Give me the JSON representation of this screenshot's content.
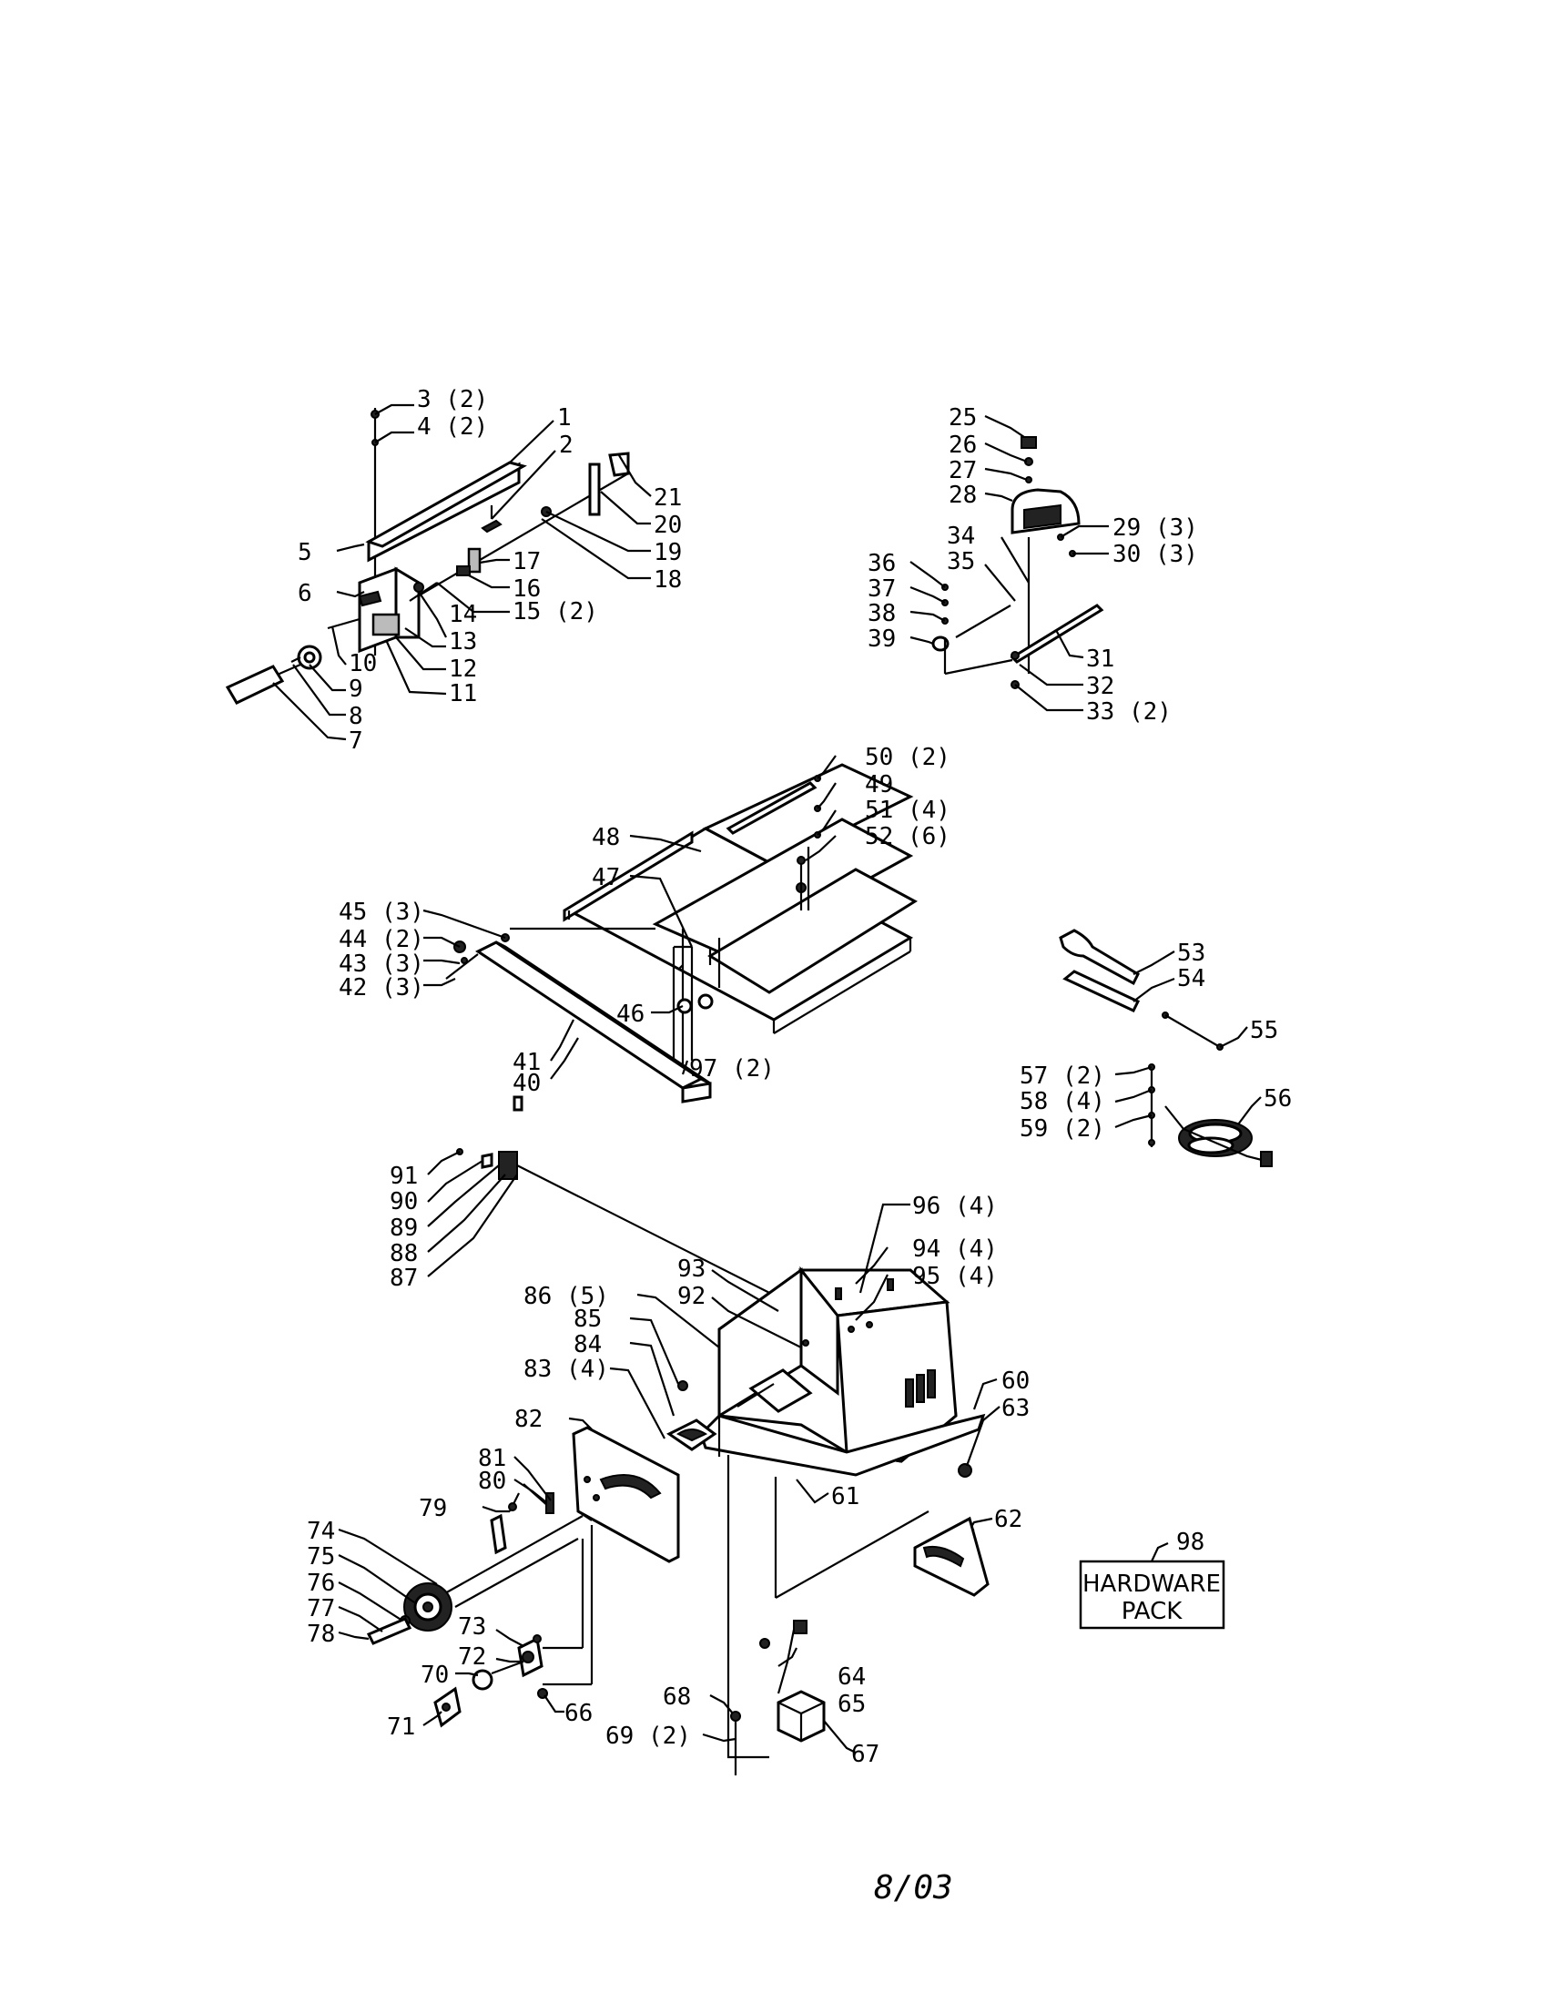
{
  "hardware_pack": {
    "line1": "HARDWARE",
    "line2": "PACK",
    "number": "98"
  },
  "footer": {
    "date": "8/03"
  },
  "callouts": [
    {
      "id": "c3",
      "text": "3 (2)"
    },
    {
      "id": "c4",
      "text": "4 (2)"
    },
    {
      "id": "c1",
      "text": "1"
    },
    {
      "id": "c2",
      "text": "2"
    },
    {
      "id": "c21",
      "text": "21"
    },
    {
      "id": "c20",
      "text": "20"
    },
    {
      "id": "c19",
      "text": "19"
    },
    {
      "id": "c18",
      "text": "18"
    },
    {
      "id": "c5",
      "text": "5"
    },
    {
      "id": "c6",
      "text": "6"
    },
    {
      "id": "c17",
      "text": "17"
    },
    {
      "id": "c16",
      "text": "16"
    },
    {
      "id": "c15",
      "text": "15 (2)"
    },
    {
      "id": "c14",
      "text": "14"
    },
    {
      "id": "c13",
      "text": "13"
    },
    {
      "id": "c12",
      "text": "12"
    },
    {
      "id": "c11",
      "text": "11"
    },
    {
      "id": "c10",
      "text": "10"
    },
    {
      "id": "c9",
      "text": "9"
    },
    {
      "id": "c8",
      "text": "8"
    },
    {
      "id": "c7",
      "text": "7"
    },
    {
      "id": "c25",
      "text": "25"
    },
    {
      "id": "c26",
      "text": "26"
    },
    {
      "id": "c27",
      "text": "27"
    },
    {
      "id": "c28",
      "text": "28"
    },
    {
      "id": "c29",
      "text": "29 (3)"
    },
    {
      "id": "c30",
      "text": "30 (3)"
    },
    {
      "id": "c34",
      "text": "34"
    },
    {
      "id": "c35",
      "text": "35"
    },
    {
      "id": "c36",
      "text": "36"
    },
    {
      "id": "c37",
      "text": "37"
    },
    {
      "id": "c38",
      "text": "38"
    },
    {
      "id": "c39",
      "text": "39"
    },
    {
      "id": "c31",
      "text": "31"
    },
    {
      "id": "c32",
      "text": "32"
    },
    {
      "id": "c33",
      "text": "33 (2)"
    },
    {
      "id": "c50",
      "text": "50 (2)"
    },
    {
      "id": "c49",
      "text": "49"
    },
    {
      "id": "c51",
      "text": "51 (4)"
    },
    {
      "id": "c52",
      "text": "52 (6)"
    },
    {
      "id": "c48",
      "text": "48"
    },
    {
      "id": "c47",
      "text": "47"
    },
    {
      "id": "c45",
      "text": "45 (3)"
    },
    {
      "id": "c44",
      "text": "44 (2)"
    },
    {
      "id": "c43",
      "text": "43 (3)"
    },
    {
      "id": "c42",
      "text": "42 (3)"
    },
    {
      "id": "c46",
      "text": "46"
    },
    {
      "id": "c41",
      "text": "41"
    },
    {
      "id": "c40",
      "text": "40"
    },
    {
      "id": "c97",
      "text": "97 (2)"
    },
    {
      "id": "c53",
      "text": "53"
    },
    {
      "id": "c54",
      "text": "54"
    },
    {
      "id": "c55",
      "text": "55"
    },
    {
      "id": "c56",
      "text": "56"
    },
    {
      "id": "c57",
      "text": "57 (2)"
    },
    {
      "id": "c58",
      "text": "58 (4)"
    },
    {
      "id": "c59",
      "text": "59 (2)"
    },
    {
      "id": "c91",
      "text": "91"
    },
    {
      "id": "c90",
      "text": "90"
    },
    {
      "id": "c89",
      "text": "89"
    },
    {
      "id": "c88",
      "text": "88"
    },
    {
      "id": "c87",
      "text": "87"
    },
    {
      "id": "c96",
      "text": "96 (4)"
    },
    {
      "id": "c94",
      "text": "94 (4)"
    },
    {
      "id": "c95",
      "text": "95 (4)"
    },
    {
      "id": "c93",
      "text": "93"
    },
    {
      "id": "c92",
      "text": "92"
    },
    {
      "id": "c86",
      "text": "86 (5)"
    },
    {
      "id": "c85",
      "text": "85"
    },
    {
      "id": "c84",
      "text": "84"
    },
    {
      "id": "c83",
      "text": "83 (4)"
    },
    {
      "id": "c60",
      "text": "60"
    },
    {
      "id": "c63",
      "text": "63"
    },
    {
      "id": "c82",
      "text": "82"
    },
    {
      "id": "c81",
      "text": "81"
    },
    {
      "id": "c80",
      "text": "80"
    },
    {
      "id": "c79",
      "text": "79"
    },
    {
      "id": "c61",
      "text": "61"
    },
    {
      "id": "c62",
      "text": "62"
    },
    {
      "id": "c74",
      "text": "74"
    },
    {
      "id": "c75",
      "text": "75"
    },
    {
      "id": "c76",
      "text": "76"
    },
    {
      "id": "c77",
      "text": "77"
    },
    {
      "id": "c78",
      "text": "78"
    },
    {
      "id": "c73",
      "text": "73"
    },
    {
      "id": "c72",
      "text": "72"
    },
    {
      "id": "c70",
      "text": "70"
    },
    {
      "id": "c71",
      "text": "71"
    },
    {
      "id": "c66",
      "text": "66"
    },
    {
      "id": "c64",
      "text": "64"
    },
    {
      "id": "c65",
      "text": "65"
    },
    {
      "id": "c68",
      "text": "68"
    },
    {
      "id": "c69",
      "text": "69 (2)"
    },
    {
      "id": "c67",
      "text": "67"
    }
  ]
}
